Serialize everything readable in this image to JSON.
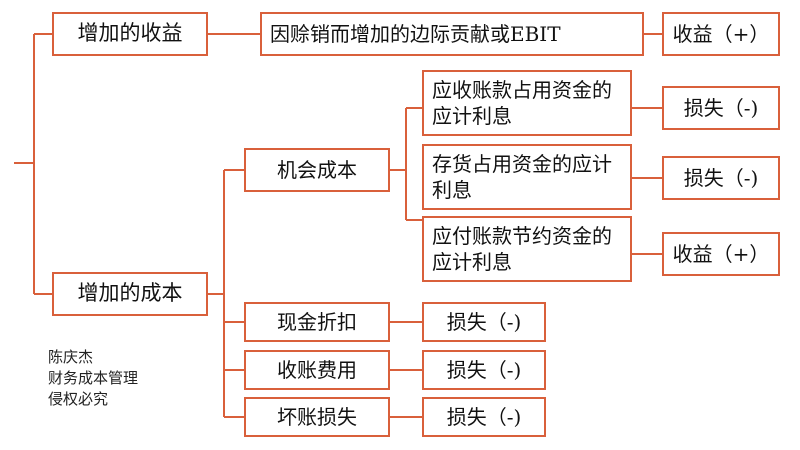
{
  "diagram": {
    "accent_color": "#d9603b",
    "revenue": {
      "label": "增加的收益",
      "item": "因赊销而增加的边际贡献或EBIT",
      "result": "收益（+）"
    },
    "cost": {
      "label": "增加的成本",
      "opportunity": {
        "label": "机会成本",
        "items": [
          {
            "text": "应收账款占用资金的应计利息",
            "result": "损失（-)"
          },
          {
            "text": "存货占用资金的应计利息",
            "result": "损失（-)"
          },
          {
            "text": "应付账款节约资金的应计利息",
            "result": "收益（+）"
          }
        ]
      },
      "others": [
        {
          "label": "现金折扣",
          "result": "损失（-)"
        },
        {
          "label": "收账费用",
          "result": "损失（-)"
        },
        {
          "label": "坏账损失",
          "result": "损失（-)"
        }
      ]
    }
  },
  "credit": {
    "line1": "陈庆杰",
    "line2": "财务成本管理",
    "line3": "侵权必究"
  }
}
